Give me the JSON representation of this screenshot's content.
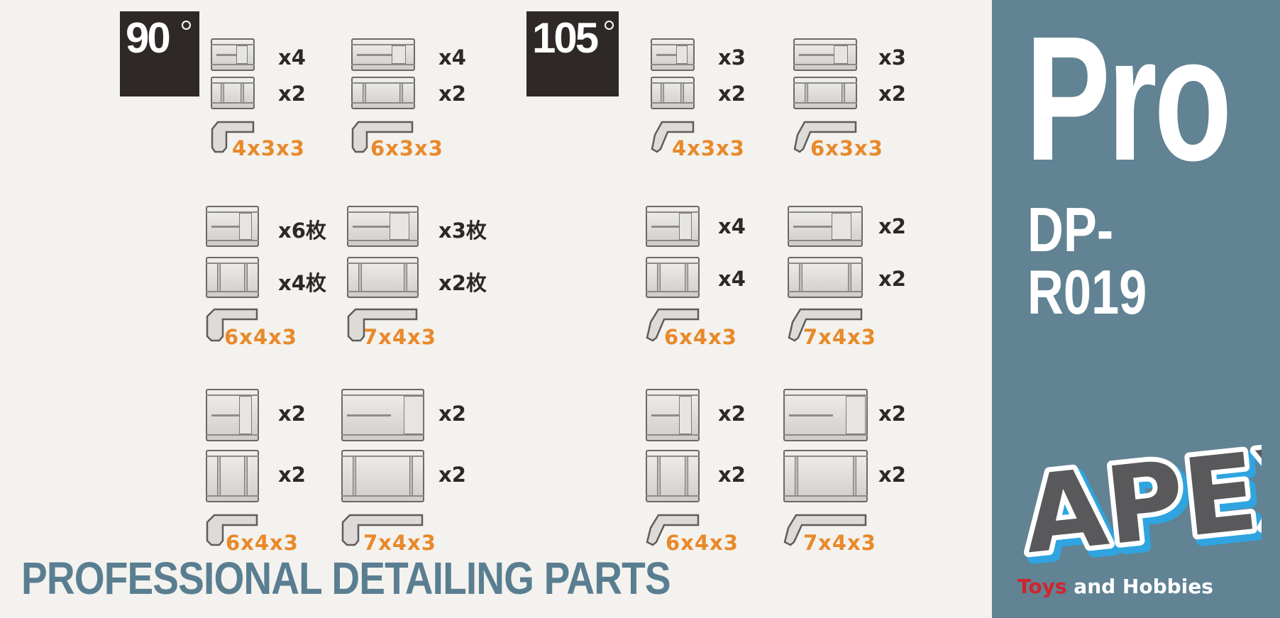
{
  "angles": {
    "left": "90",
    "right": "105"
  },
  "groups": {
    "g90_r1_a": {
      "qty_top": "x4",
      "qty_bottom": "x2",
      "size": "4x3x3"
    },
    "g90_r1_b": {
      "qty_top": "x4",
      "qty_bottom": "x2",
      "size": "6x3x3"
    },
    "g90_r2_a": {
      "qty_top": "x6枚",
      "qty_bottom": "x4枚",
      "size": "6x4x3"
    },
    "g90_r2_b": {
      "qty_top": "x3枚",
      "qty_bottom": "x2枚",
      "size": "7x4x3"
    },
    "g90_r3_a": {
      "qty_top": "x2",
      "qty_bottom": "x2",
      "size": "6x4x3"
    },
    "g90_r3_b": {
      "qty_top": "x2",
      "qty_bottom": "x2",
      "size": "7x4x3"
    },
    "g105_r1_a": {
      "qty_top": "x3",
      "qty_bottom": "x2",
      "size": "4x3x3"
    },
    "g105_r1_b": {
      "qty_top": "x3",
      "qty_bottom": "x2",
      "size": "6x3x3"
    },
    "g105_r2_a": {
      "qty_top": "x4",
      "qty_bottom": "x4",
      "size": "6x4x3"
    },
    "g105_r2_b": {
      "qty_top": "x2",
      "qty_bottom": "x2",
      "size": "7x4x3"
    },
    "g105_r3_a": {
      "qty_top": "x2",
      "qty_bottom": "x2",
      "size": "6x4x3"
    },
    "g105_r3_b": {
      "qty_top": "x2",
      "qty_bottom": "x2",
      "size": "7x4x3"
    }
  },
  "footer": "PROFESSIONAL DETAILING PARTS",
  "side": {
    "title": "Pro",
    "model": "DP-R019",
    "logo": "APEX",
    "tagline_red": "Toys",
    "tagline_rest": " and Hobbies"
  },
  "colors": {
    "accent_orange": "#e8892a",
    "side_panel": "#618393",
    "footer_text": "#5a7e91",
    "angle_box": "#2e2826"
  },
  "icons": [
    "part-with-tab-icon",
    "part-with-slots-icon",
    "corner-profile-icon",
    "apex-logo-icon"
  ]
}
